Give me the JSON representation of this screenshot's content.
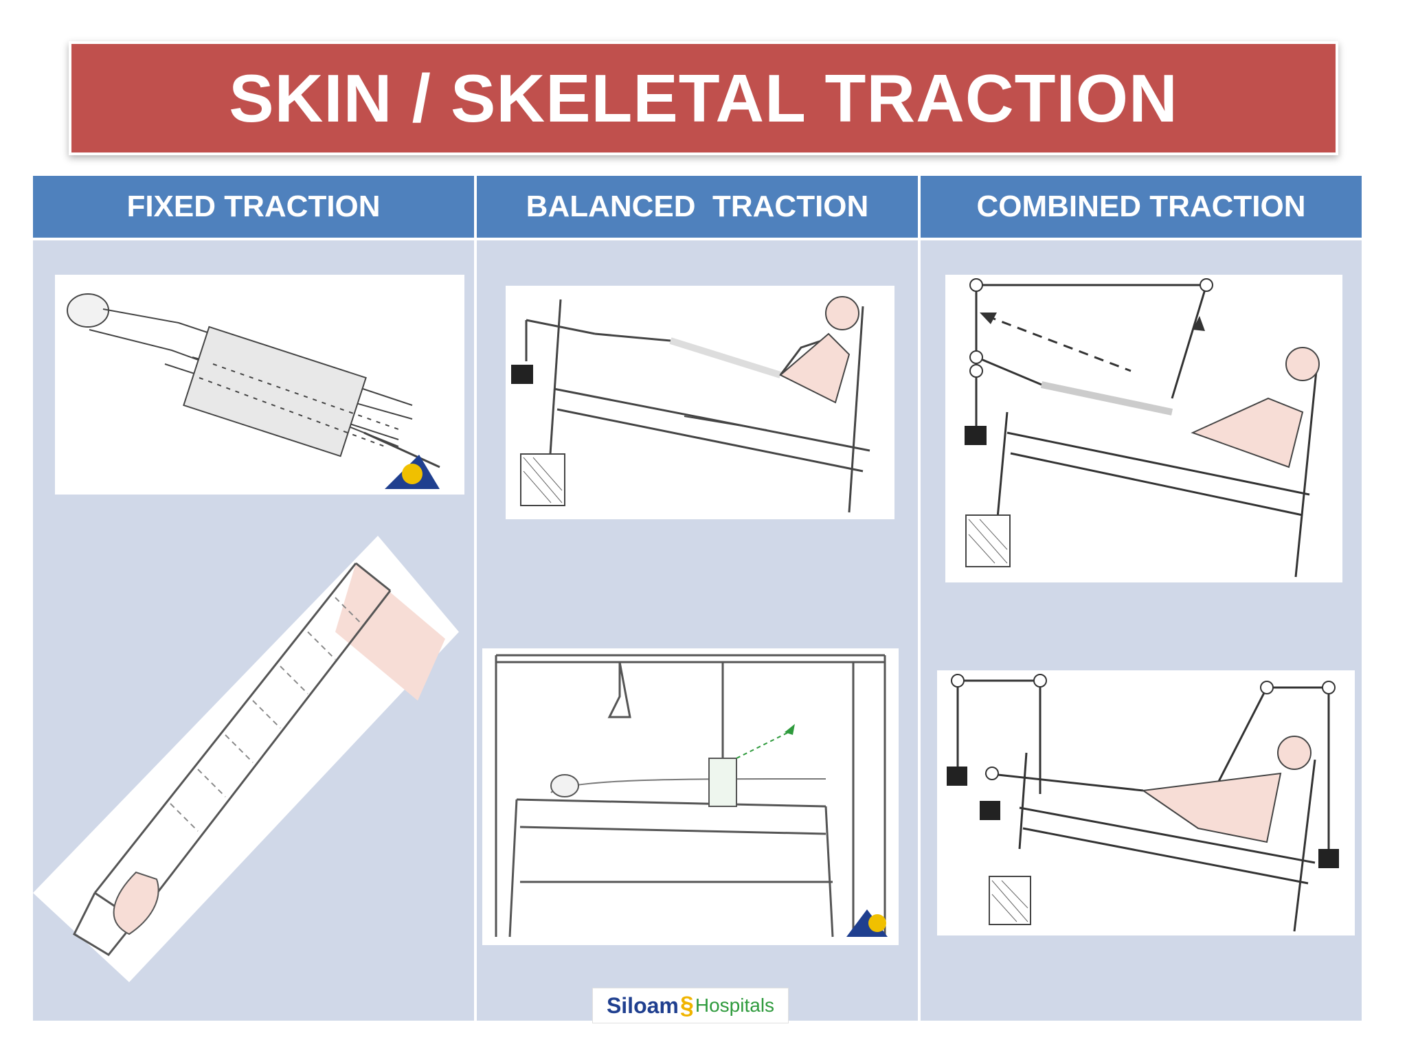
{
  "title": "SKIN / SKELETAL TRACTION",
  "columns": [
    {
      "heading": "FIXED TRACTION"
    },
    {
      "heading": "BALANCED  TRACTION"
    },
    {
      "heading": "COMBINED TRACTION"
    }
  ],
  "logo": {
    "part1": "Siloam",
    "part2": "Hospitals"
  },
  "colors": {
    "banner": "#c0504d",
    "header": "#4f81bd",
    "cell": "#d0d8e8"
  }
}
